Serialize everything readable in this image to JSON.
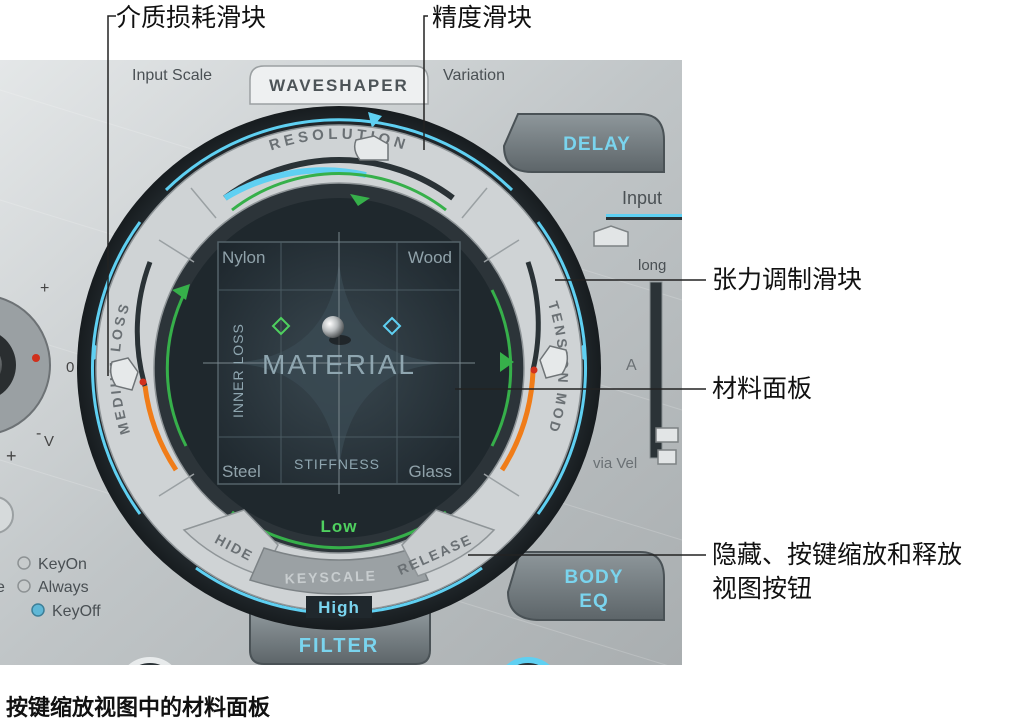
{
  "callouts": {
    "medium_loss_slider": "介质损耗滑块",
    "resolution_slider": "精度滑块",
    "tension_mod_slider": "张力调制滑块",
    "material_pad": "材料面板",
    "view_buttons_line1": "隐藏、按键缩放和释放",
    "view_buttons_line2": "视图按钮"
  },
  "caption": "按键缩放视图中的材料面板",
  "plugin": {
    "input_scale_label": "Input Scale",
    "waveshaper_tab": "WAVESHAPER",
    "variation_label": "Variation",
    "delay_button": "DELAY",
    "input_label": "Input",
    "long_label": "long",
    "a_label": "A",
    "via_vel_label": "via Vel",
    "body_eq_line1": "BODY",
    "body_eq_line2": "EQ",
    "filter_button": "FILTER",
    "keyon_label": "KeyOn",
    "always_label": "Always",
    "keyoff_label": "KeyOff",
    "plus_label": "+",
    "minus_label": "-",
    "zero_label": "0",
    "v_label": "V",
    "resolution_label": "RESOLUTION",
    "medium_loss_label": "MEDIUM LOSS",
    "tension_mod_label": "TENSION MOD",
    "material_label": "MATERIAL",
    "inner_loss_label": "INNER LOSS",
    "stiffness_label": "STIFFNESS",
    "corner_nylon": "Nylon",
    "corner_wood": "Wood",
    "corner_steel": "Steel",
    "corner_glass": "Glass",
    "low_label": "Low",
    "high_label": "High",
    "hide_button": "HIDE",
    "keyscale_button": "KEYSCALE",
    "release_button": "RELEASE"
  },
  "colors": {
    "accent_cyan": "#5fd0f2",
    "accent_green": "#36b04a",
    "accent_orange": "#f07c18",
    "pad_dark": "#243038",
    "metal": "#c5cacc"
  },
  "state": {
    "resolution_value": 0.55,
    "medium_loss_value": 0.5,
    "tension_mod_value": 0.5
  }
}
